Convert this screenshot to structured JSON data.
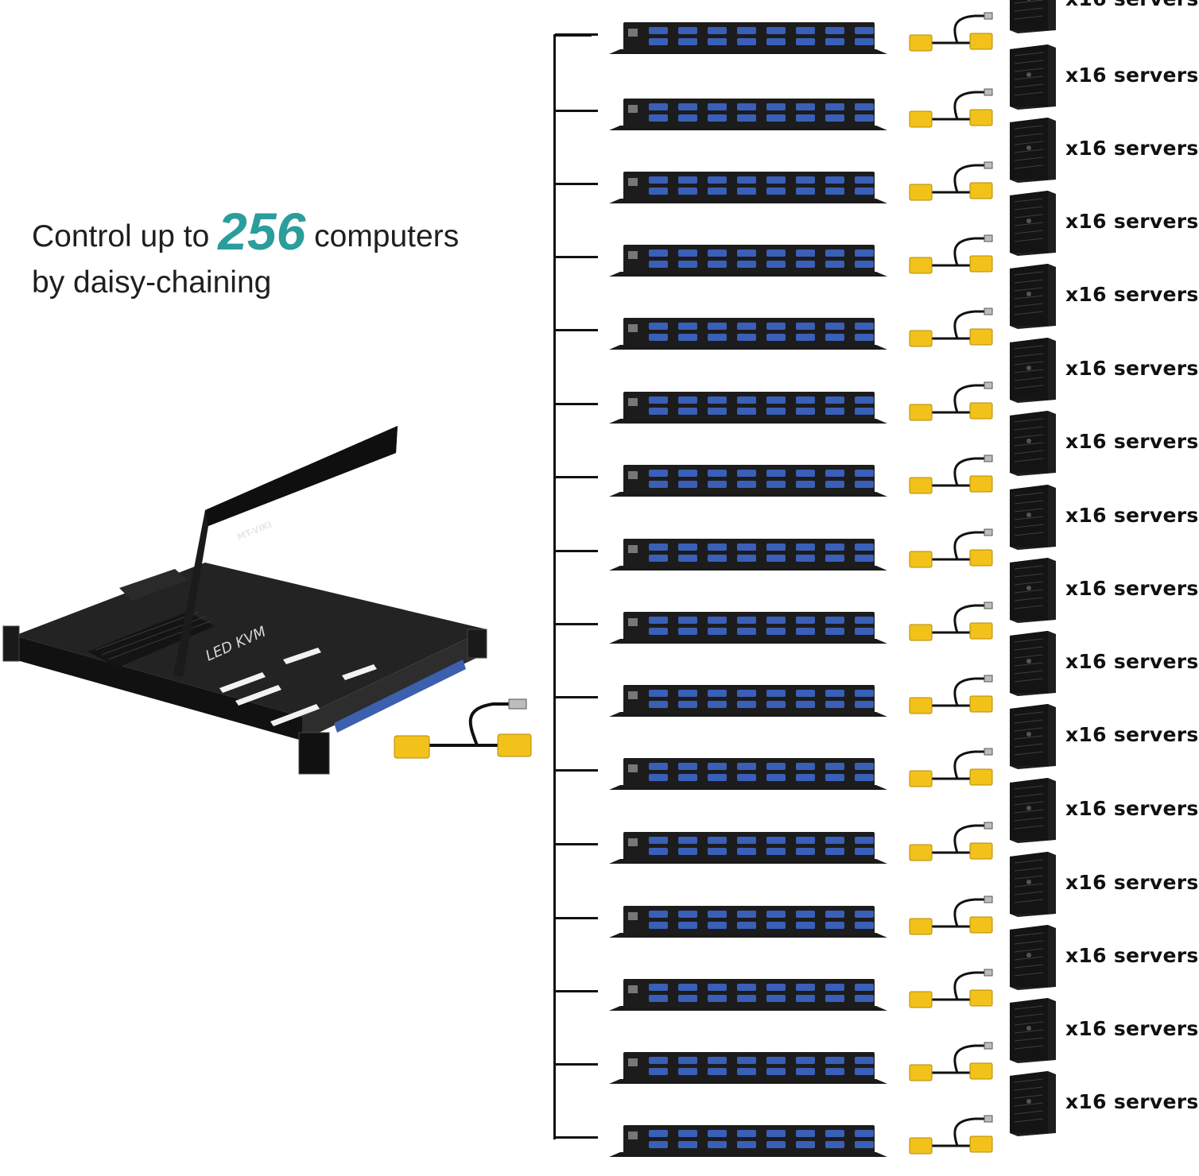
{
  "headline": {
    "before": "Control up to",
    "number": "256",
    "after": "computers",
    "line2": "by daisy-chaining"
  },
  "console": {
    "brand": "MT-VIKI",
    "panel_label": "LED KVM"
  },
  "chain": {
    "server_label": "x16 servers",
    "units": 16
  },
  "colors": {
    "accent": "#2a9d9c",
    "vga_connector": "#f2c21b",
    "port_blue": "#3a5fb8",
    "device_body": "#1c1c1c"
  }
}
